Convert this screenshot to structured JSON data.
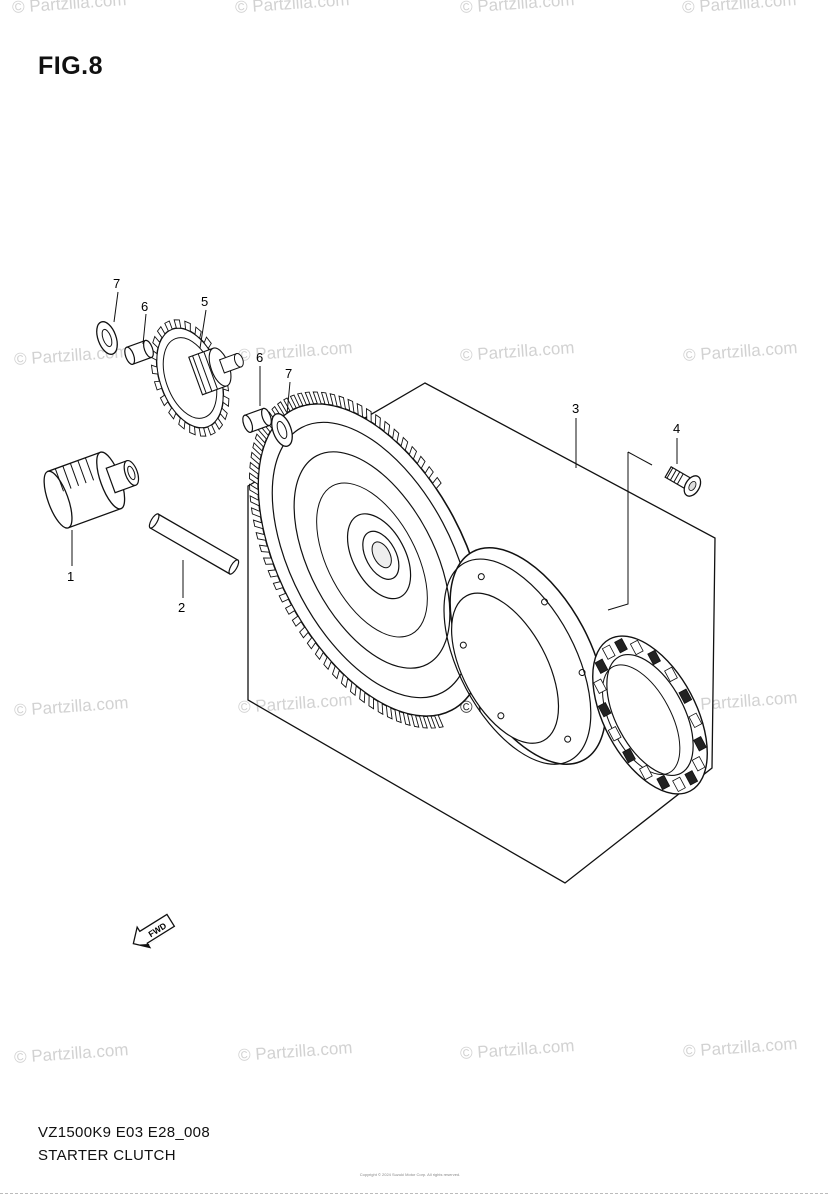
{
  "figure": {
    "title": "FIG.8",
    "code": "VZ1500K9 E03 E28_008",
    "name": "STARTER CLUTCH",
    "copyright": "Copyright © 2024 Suzuki Motor Corp. All rights reserved."
  },
  "watermark": "© Partzilla.com",
  "callouts": [
    "1",
    "2",
    "3",
    "4",
    "5",
    "6",
    "6",
    "7",
    "7"
  ],
  "fwd_label": "FWD"
}
